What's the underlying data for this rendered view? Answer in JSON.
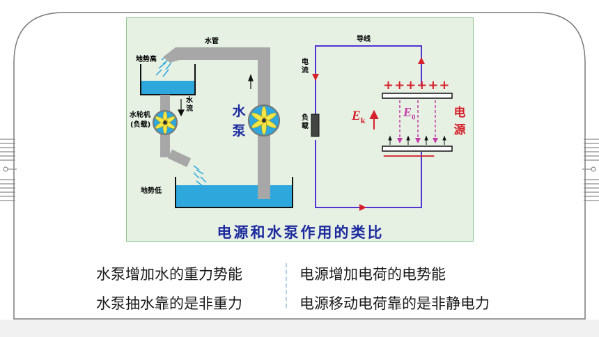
{
  "figure": {
    "caption": "电源和水泵作用的类比",
    "labels": {
      "pipe": "水管",
      "high": "地势高",
      "low": "地势低",
      "flow": "水流",
      "wheel": "水轮机",
      "wheel_sub": "(负载)",
      "pump": "水泵",
      "wire": "导线",
      "current": "电流",
      "load": "负载",
      "source": "电源",
      "ek": "E",
      "ek_sub": "k",
      "e0": "E",
      "e0_sub": "0",
      "plus": "++++++",
      "minus": "——————"
    }
  },
  "text": {
    "left_line1": "水泵增加水的重力势能",
    "left_line2": "水泵抽水靠的是非重力",
    "right_line1": "电源增加电荷的电势能",
    "right_line2": "电源移动电荷靠的是非静电力"
  },
  "colors": {
    "water": "#2ea7dd",
    "pipe": "#a7a7a7",
    "wire": "#5234d2",
    "red": "#d6202b",
    "magenta": "#c33aa7",
    "caption": "#1d2a9e"
  }
}
